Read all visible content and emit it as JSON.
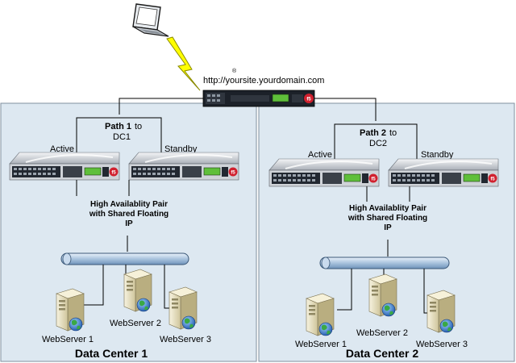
{
  "top": {
    "registered_mark": "®",
    "url": "http://yoursite.yourdomain.com"
  },
  "datacenters": [
    {
      "name": "Data Center 1",
      "path_label": "Path 1",
      "path_suffix": "to",
      "path_target": "DC1",
      "active_label": "Active",
      "standby_label": "Standby",
      "ha_lines": [
        "High Availablity Pair",
        "with Shared Floating",
        "IP"
      ],
      "servers": [
        "WebServer 1",
        "WebServer 2",
        "WebServer 3"
      ]
    },
    {
      "name": "Data Center 2",
      "path_label": "Path 2",
      "path_suffix": "to",
      "path_target": "DC2",
      "active_label": "Active",
      "standby_label": "Standby",
      "ha_lines": [
        "High Availablity Pair",
        "with Shared Floating",
        "IP"
      ],
      "servers": [
        "WebServer 1",
        "WebServer 2",
        "WebServer 3"
      ]
    }
  ],
  "colors": {
    "panel_bg": "#dde8f1",
    "panel_border": "#7f8f9e",
    "lightning": "#ffff00",
    "lightning_stroke": "#8a8a00",
    "bus": "#b8cfe6",
    "bus_stroke": "#3b5878",
    "device_dark": "#1c2129",
    "device_silver": "#cfd3d8",
    "f5_red": "#d0202e",
    "display_green": "#5fbf3a",
    "server_body": "#e8e1c4",
    "globe_blue": "#2d6fc4",
    "globe_green": "#3aa845"
  }
}
